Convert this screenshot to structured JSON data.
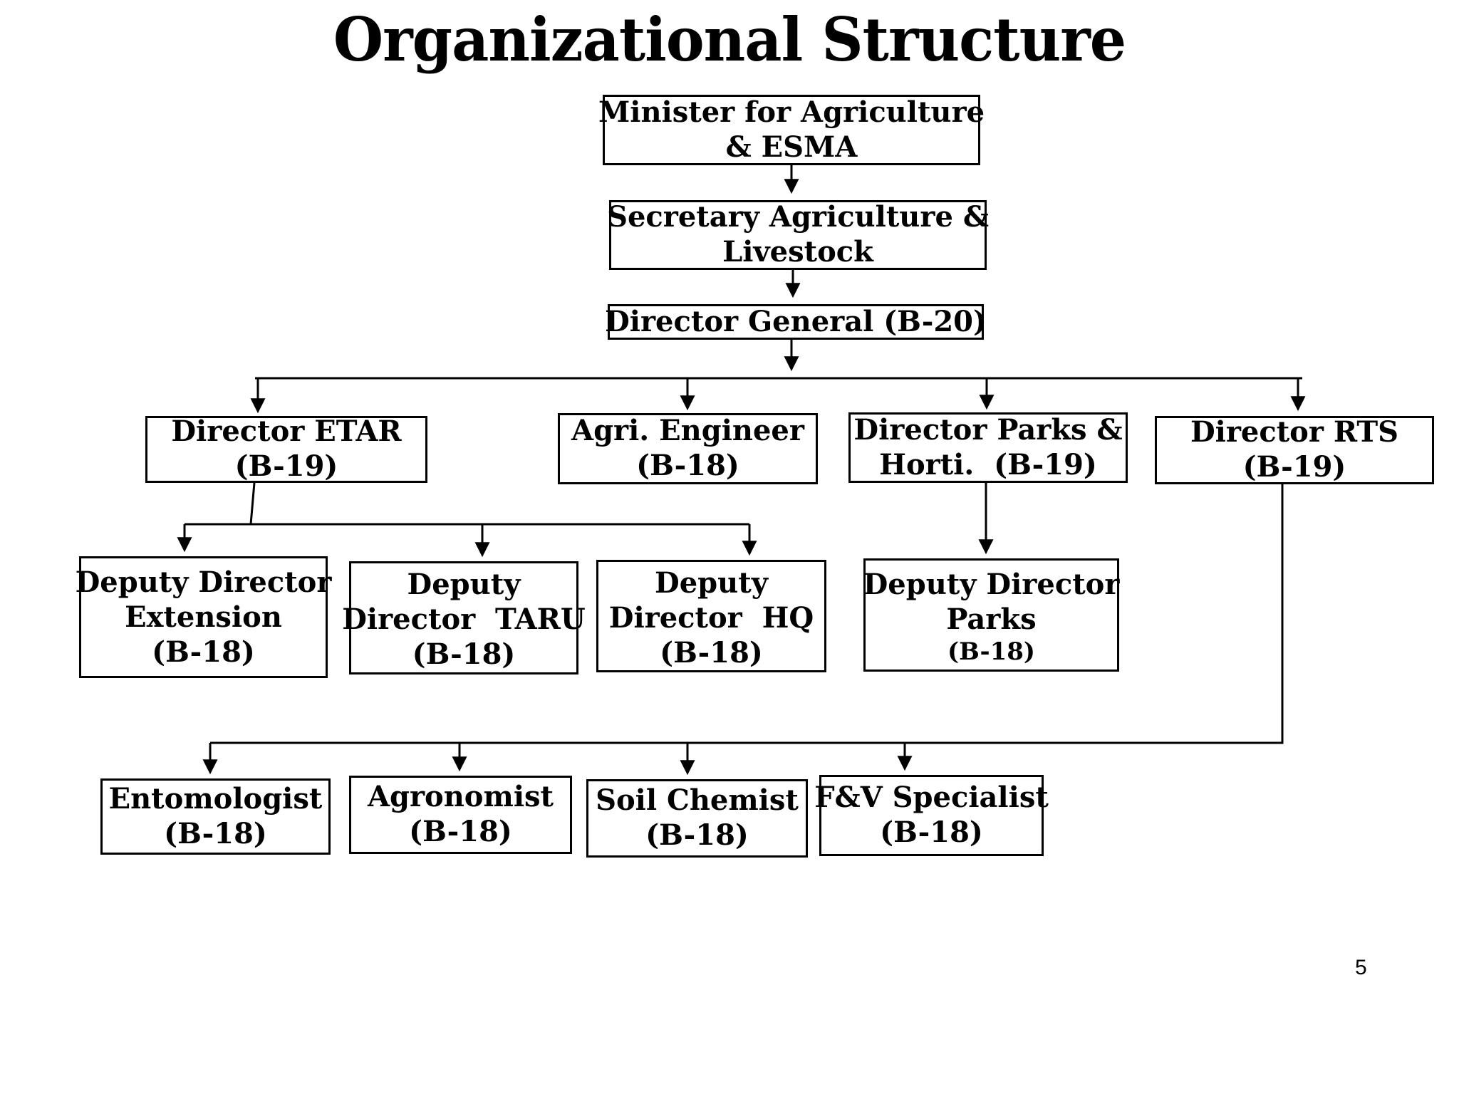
{
  "page": {
    "title": "Organizational Structure",
    "page_number": "5"
  },
  "colors": {
    "background": "#ffffff",
    "text": "#000000",
    "box_border": "#000000",
    "box_background": "#ffffff",
    "connector": "#000000"
  },
  "chart_type": "org-chart",
  "nodes": {
    "minister": {
      "lines": [
        "Minister for Agriculture",
        "& ESMA"
      ]
    },
    "secretary": {
      "lines": [
        "Secretary Agriculture &",
        "Livestock"
      ]
    },
    "director_general": {
      "lines": [
        "Director General (B-20)"
      ]
    },
    "director_etar": {
      "lines": [
        "Director ETAR",
        "(B-19)"
      ]
    },
    "agri_engineer": {
      "lines": [
        "Agri. Engineer",
        "(B-18)"
      ]
    },
    "director_parks_horti": {
      "lines": [
        "Director Parks &",
        "Horti.  (B-19)"
      ]
    },
    "director_rts": {
      "lines": [
        "Director RTS",
        "(B-19)"
      ]
    },
    "dd_extension": {
      "lines": [
        "Deputy Director",
        "Extension",
        "(B-18)"
      ]
    },
    "dd_taru": {
      "lines": [
        "Deputy",
        "Director  TARU",
        "(B-18)"
      ]
    },
    "dd_hq": {
      "lines": [
        "Deputy",
        "Director  HQ",
        "(B-18)"
      ]
    },
    "dd_parks": {
      "lines": [
        "Deputy Director",
        "Parks",
        "(B-18)"
      ]
    },
    "entomologist": {
      "lines": [
        "Entomologist",
        "(B-18)"
      ]
    },
    "agronomist": {
      "lines": [
        "Agronomist",
        "(B-18)"
      ]
    },
    "soil_chemist": {
      "lines": [
        "Soil Chemist",
        "(B-18)"
      ]
    },
    "fv_specialist": {
      "lines": [
        "F&V Specialist",
        "(B-18)"
      ]
    }
  },
  "hierarchy": {
    "minister": [
      "secretary"
    ],
    "secretary": [
      "director_general"
    ],
    "director_general": [
      "director_etar",
      "agri_engineer",
      "director_parks_horti",
      "director_rts"
    ],
    "director_etar": [
      "dd_extension",
      "dd_taru",
      "dd_hq"
    ],
    "director_parks_horti": [
      "dd_parks"
    ],
    "director_rts": [
      "entomologist",
      "agronomist",
      "soil_chemist",
      "fv_specialist"
    ]
  }
}
